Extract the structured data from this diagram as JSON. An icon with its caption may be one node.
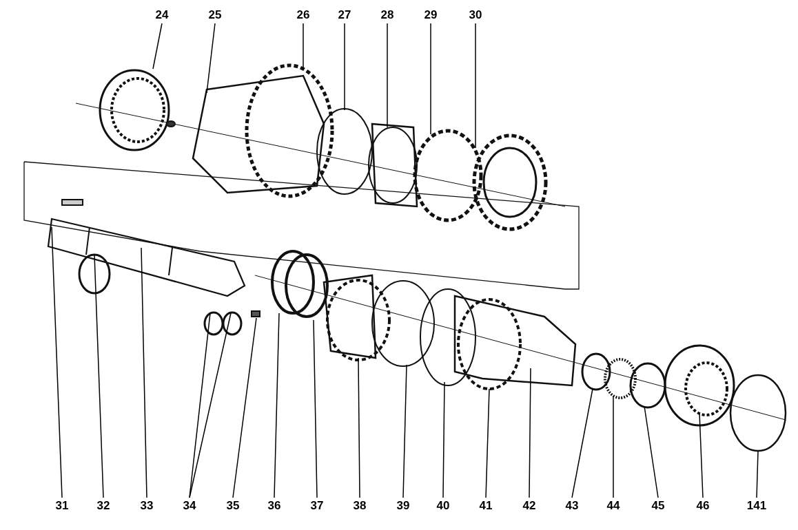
{
  "diagram": {
    "nodes": [
      {
        "text": [
          "24"
        ]
      },
      {
        "text": [
          "25"
        ]
      },
      {
        "text": [
          "26"
        ]
      },
      {
        "text": [
          "27"
        ]
      },
      {
        "text": [
          "28"
        ]
      },
      {
        "text": [
          "29"
        ]
      },
      {
        "text": [
          "30"
        ]
      },
      {
        "text": [
          "31"
        ]
      },
      {
        "text": [
          "32"
        ]
      },
      {
        "text": [
          "33"
        ]
      },
      {
        "text": [
          "34"
        ]
      },
      {
        "text": [
          "35"
        ]
      },
      {
        "text": [
          "36"
        ]
      },
      {
        "text": [
          "37"
        ]
      },
      {
        "text": [
          "38"
        ]
      },
      {
        "text": [
          "39"
        ]
      },
      {
        "text": [
          "40"
        ]
      },
      {
        "text": [
          "41"
        ]
      },
      {
        "text": [
          "42"
        ]
      },
      {
        "text": [
          "43"
        ]
      },
      {
        "text": [
          "44"
        ]
      },
      {
        "text": [
          "45"
        ]
      },
      {
        "text": [
          "46"
        ]
      },
      {
        "text": [
          "141"
        ]
      }
    ],
    "edges": [
      {
        "from": 0,
        "to": null,
        "arrow": "none"
      },
      {
        "from": 1,
        "to": null,
        "arrow": "none"
      },
      {
        "from": 2,
        "to": null,
        "arrow": "none"
      },
      {
        "from": 3,
        "to": null,
        "arrow": "none"
      },
      {
        "from": 4,
        "to": null,
        "arrow": "none"
      },
      {
        "from": 5,
        "to": null,
        "arrow": "none"
      },
      {
        "from": 6,
        "to": null,
        "arrow": "none"
      },
      {
        "from": 7,
        "to": null,
        "arrow": "none"
      },
      {
        "from": 8,
        "to": null,
        "arrow": "none"
      },
      {
        "from": 9,
        "to": null,
        "arrow": "none"
      },
      {
        "from": 10,
        "to": null,
        "arrow": "none"
      },
      {
        "from": 10,
        "to": null,
        "arrow": "none"
      },
      {
        "from": 11,
        "to": null,
        "arrow": "none"
      },
      {
        "from": 12,
        "to": null,
        "arrow": "none"
      },
      {
        "from": 13,
        "to": null,
        "arrow": "none"
      },
      {
        "from": 14,
        "to": null,
        "arrow": "none"
      },
      {
        "from": 15,
        "to": null,
        "arrow": "none"
      },
      {
        "from": 16,
        "to": null,
        "arrow": "none"
      },
      {
        "from": 17,
        "to": null,
        "arrow": "none"
      },
      {
        "from": 18,
        "to": null,
        "arrow": "none"
      },
      {
        "from": 19,
        "to": null,
        "arrow": "none"
      },
      {
        "from": 20,
        "to": null,
        "arrow": "none"
      },
      {
        "from": 21,
        "to": null,
        "arrow": "none"
      },
      {
        "from": 22,
        "to": null,
        "arrow": "none"
      },
      {
        "from": 23,
        "to": null,
        "arrow": "none"
      }
    ]
  }
}
